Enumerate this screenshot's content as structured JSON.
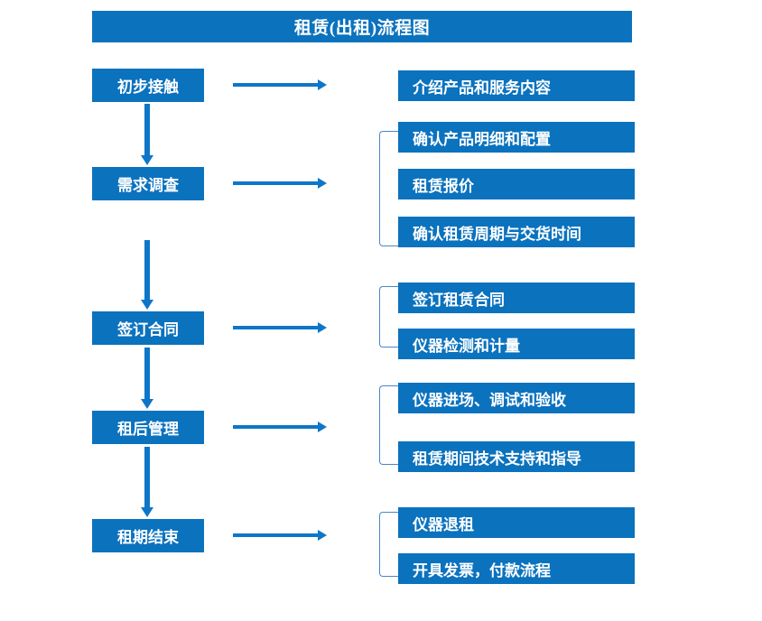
{
  "diagram": {
    "title": "租赁(出租)流程图",
    "colors": {
      "box_fill": "#0B72BE",
      "arrow": "#0E76C8",
      "bracket": "#4A86C8",
      "text": "#FFFFFF",
      "background": "#FFFFFF"
    },
    "stages": [
      {
        "id": "stage-1",
        "label": "初步接触"
      },
      {
        "id": "stage-2",
        "label": "需求调查"
      },
      {
        "id": "stage-3",
        "label": "签订合同"
      },
      {
        "id": "stage-4",
        "label": "租后管理"
      },
      {
        "id": "stage-5",
        "label": "租期结束"
      }
    ],
    "details": [
      {
        "id": "detail-1-1",
        "label": "介绍产品和服务内容"
      },
      {
        "id": "detail-2-1",
        "label": "确认产品明细和配置"
      },
      {
        "id": "detail-2-2",
        "label": "租赁报价"
      },
      {
        "id": "detail-2-3",
        "label": "确认租赁周期与交货时间"
      },
      {
        "id": "detail-3-1",
        "label": "签订租赁合同"
      },
      {
        "id": "detail-3-2",
        "label": "仪器检测和计量"
      },
      {
        "id": "detail-4-1",
        "label": "仪器进场、调试和验收"
      },
      {
        "id": "detail-4-2",
        "label": "租赁期间技术支持和指导"
      },
      {
        "id": "detail-5-1",
        "label": "仪器退租"
      },
      {
        "id": "detail-5-2",
        "label": "开具发票，付款流程"
      }
    ]
  }
}
